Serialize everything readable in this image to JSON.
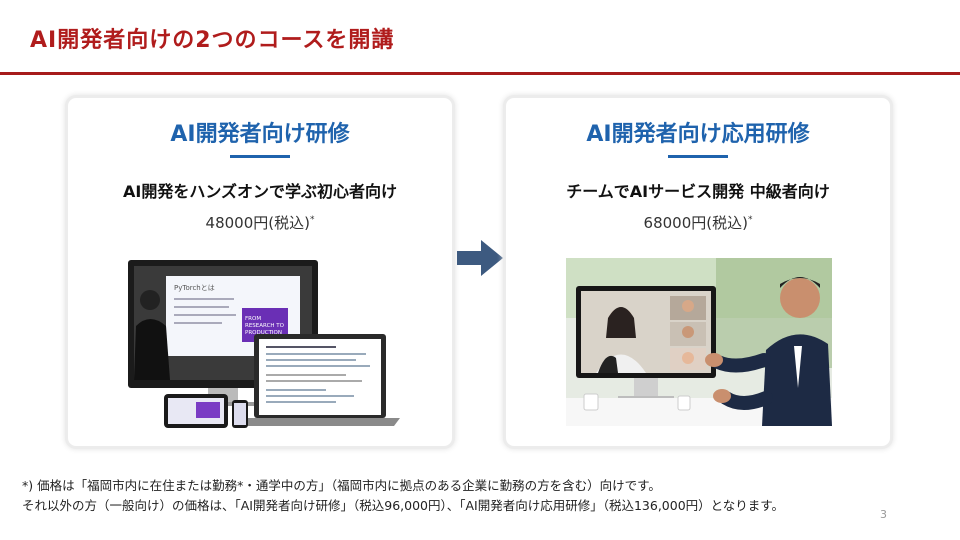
{
  "title": "AI開発者向けの2つのコースを開講",
  "courses": [
    {
      "name": "AI開発者向け研修",
      "subtitle": "AI開発をハンズオンで学ぶ初心者向け",
      "price": "48000円(税込)",
      "price_mark": "*",
      "screen": {
        "slide_title": "PyTorchとは",
        "slide_banner": "FROM RESEARCH TO PRODUCTION"
      }
    },
    {
      "name": "AI開発者向け応用研修",
      "subtitle": "チームでAIサービス開発 中級者向け",
      "price": "68000円(税込)",
      "price_mark": "*"
    }
  ],
  "footnote": {
    "line1": "*) 価格は「福岡市内に在住または勤務*・通学中の方」（福岡市内に拠点のある企業に勤務の方を含む）向けです。",
    "line2": "それ以外の方（一般向け）の価格は、「AI開発者向け研修」（税込96,000円）、「AI開発者向け応用研修」（税込136,000円）となります。"
  },
  "page_number": "3",
  "colors": {
    "title": "#b01c1c",
    "accent": "#1f63ad",
    "arrow": "#3d5a80"
  }
}
